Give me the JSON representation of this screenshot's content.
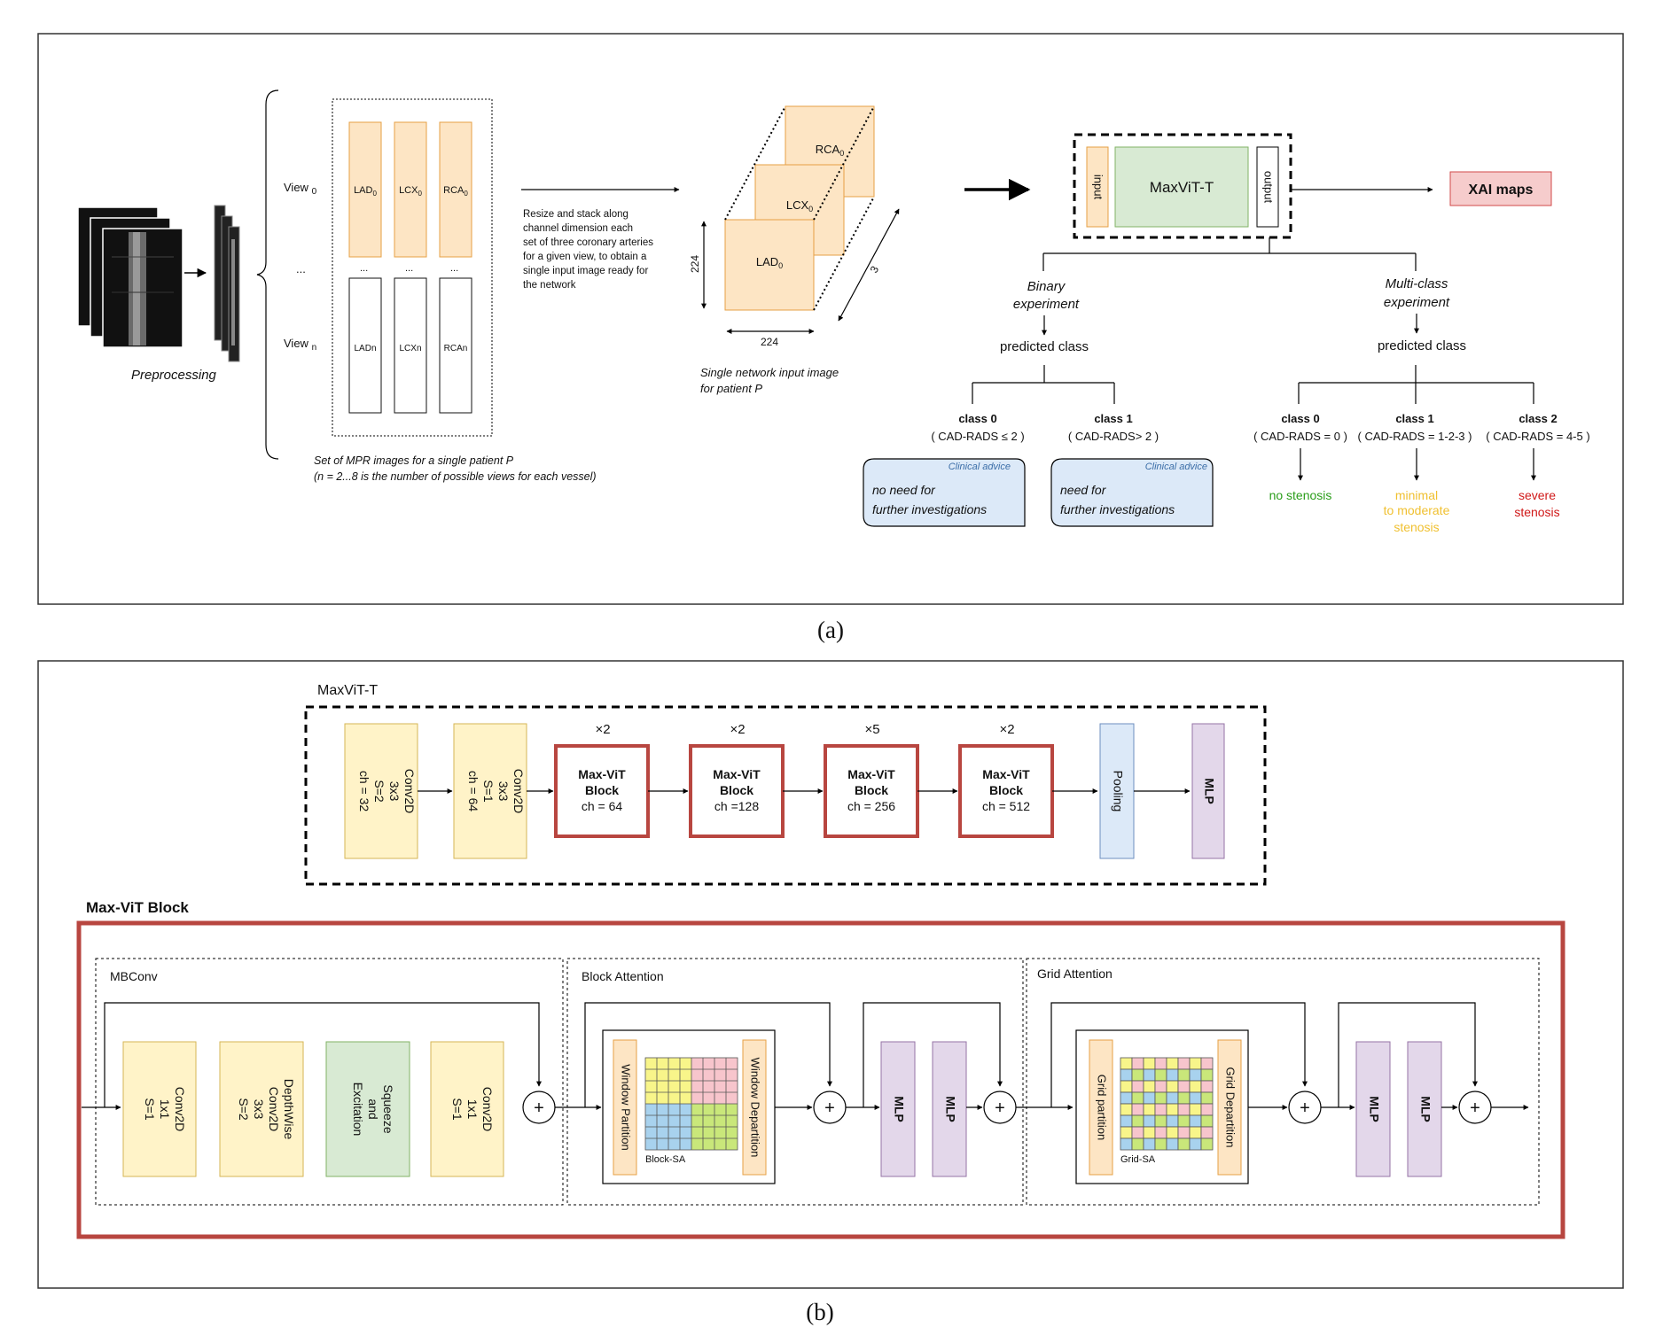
{
  "panel_a": {
    "caption": "(a)",
    "preprocessing_label": "Preprocessing",
    "view0_label": "View",
    "view0_sub": "0",
    "view_dots": "...",
    "viewn_label": "View",
    "viewn_sub": "n",
    "vessels_top": [
      {
        "name": "LAD",
        "sub": "0"
      },
      {
        "name": "LCX",
        "sub": "0"
      },
      {
        "name": "RCA",
        "sub": "0"
      }
    ],
    "col_dots": "...",
    "vessels_bottom": [
      "LADn",
      "LCXn",
      "RCAn"
    ],
    "mpr_caption_1": "Set of MPR images for a single patient P",
    "mpr_caption_2": "(n = 2...8 is the number of possible views for each vessel)",
    "resize_text": [
      "Resize and stack along",
      "channel dimension each",
      "set of three coronary arteries",
      "for a given view,  to obtain a",
      "single input image ready for",
      "the network"
    ],
    "stack": [
      {
        "name": "RCA",
        "sub": "0"
      },
      {
        "name": "LCX",
        "sub": "0"
      },
      {
        "name": "LAD",
        "sub": "0"
      }
    ],
    "dim_height": "224",
    "dim_width": "224",
    "dim_depth": "3",
    "stack_caption_1": "Single network input image",
    "stack_caption_2": "for patient P",
    "model": {
      "input": "input",
      "name": "MaxViT-T",
      "output": "output"
    },
    "xai": "XAI maps",
    "binary": {
      "title_1": "Binary",
      "title_2": "experiment",
      "predicted": "predicted class",
      "classes": [
        {
          "label": "class 0",
          "desc": "( CAD-RADS ≤ 2 )",
          "advice_title": "Clinical advice",
          "advice_1": "no need for",
          "advice_2": "further investigations"
        },
        {
          "label": "class 1",
          "desc": "( CAD-RADS> 2 )",
          "advice_title": "Clinical advice",
          "advice_1": "need for",
          "advice_2": "further investigations"
        }
      ]
    },
    "multiclass": {
      "title_1": "Multi-class",
      "title_2": "experiment",
      "predicted": "predicted class",
      "classes": [
        {
          "label": "class 0",
          "desc": "( CAD-RADS = 0 )",
          "outcome": [
            "no stenosis"
          ],
          "color": "#2a9d1a"
        },
        {
          "label": "class 1",
          "desc": "( CAD-RADS = 1-2-3 )",
          "outcome": [
            "minimal",
            "to moderate",
            "stenosis"
          ],
          "color": "#f0c030"
        },
        {
          "label": "class 2",
          "desc": "( CAD-RADS = 4-5 )",
          "outcome": [
            "severe",
            "stenosis"
          ],
          "color": "#d01818"
        }
      ]
    }
  },
  "panel_b": {
    "caption": "(b)",
    "maxvit_title": "MaxViT-T",
    "stem": [
      [
        "Conv2D",
        "3x3",
        "S=2",
        "ch = 32"
      ],
      [
        "Conv2D",
        "3x3",
        "S=1",
        "ch = 64"
      ]
    ],
    "blocks": [
      {
        "rep": "×2",
        "l1": "Max-ViT",
        "l2": "Block",
        "l3": "ch = 64"
      },
      {
        "rep": "×2",
        "l1": "Max-ViT",
        "l2": "Block",
        "l3": "ch =128"
      },
      {
        "rep": "×5",
        "l1": "Max-ViT",
        "l2": "Block",
        "l3": "ch = 256"
      },
      {
        "rep": "×2",
        "l1": "Max-ViT",
        "l2": "Block",
        "l3": "ch = 512"
      }
    ],
    "pooling": "Pooling",
    "mlp": "MLP",
    "block_title": "Max-ViT Block",
    "mbconv": {
      "title": "MBConv",
      "layers": [
        [
          "Conv2D",
          "1x1",
          "S=1"
        ],
        [
          "DepthWise",
          "Conv2D",
          "3x3",
          "S=2"
        ],
        [
          "Squeeze",
          "and",
          "Excitation"
        ],
        [
          "Conv2D",
          "1x1",
          "S=1"
        ]
      ]
    },
    "block_attention": {
      "title": "Block Attention",
      "partition": "Window Partition",
      "departition": "Window Departition",
      "sa": "Block-SA",
      "mlp1": "MLP",
      "mlp2": "MLP"
    },
    "grid_attention": {
      "title": "Grid Attention",
      "partition": "Grid partition",
      "departition": "Grid Departition",
      "sa": "Grid-SA",
      "mlp1": "MLP",
      "mlp2": "MLP"
    },
    "plus": "+"
  },
  "colors": {
    "orange_fill": "#fde5c4",
    "orange_stroke": "#e6a045",
    "yellow_fill": "#fff3c8",
    "green_fill": "#d8ead3",
    "purple_fill": "#e3d7ea",
    "blue_fill": "#dce9f8",
    "red": "#b84640",
    "xai_fill": "#f6cccc"
  }
}
